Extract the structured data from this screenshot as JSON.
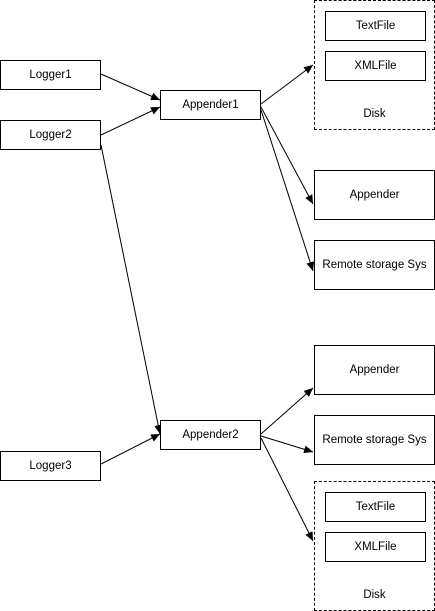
{
  "loggers": [
    "Logger1",
    "Logger2",
    "Logger3"
  ],
  "appenders": [
    "Appender1",
    "Appender2"
  ],
  "targets_top": {
    "disk_label": "Disk",
    "disk_items": [
      "TextFile",
      "XMLFile"
    ],
    "appender": "Appender",
    "remote": "Remote storage Sys"
  },
  "targets_bottom": {
    "appender": "Appender",
    "remote": "Remote storage Sys",
    "disk_label": "Disk",
    "disk_items": [
      "TextFile",
      "XMLFile"
    ]
  }
}
